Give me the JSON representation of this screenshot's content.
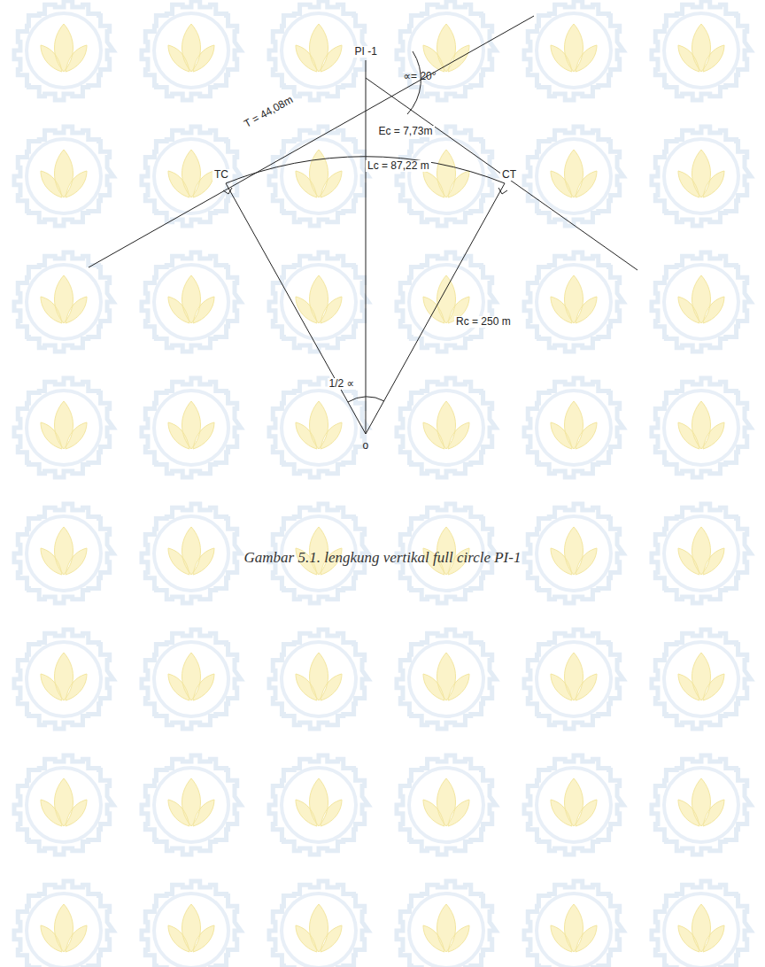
{
  "diagram": {
    "caption": "Gambar 5.1. lengkung vertikal full circle PI-1",
    "labels": [
      "PI -1",
      "∝= 20°",
      "T = 44,08m",
      "Ec = 7,73m",
      "Lc = 87,22 m",
      "TC",
      "CT",
      "Rc = 250 m",
      "1/2 ∝",
      "o"
    ]
  }
}
